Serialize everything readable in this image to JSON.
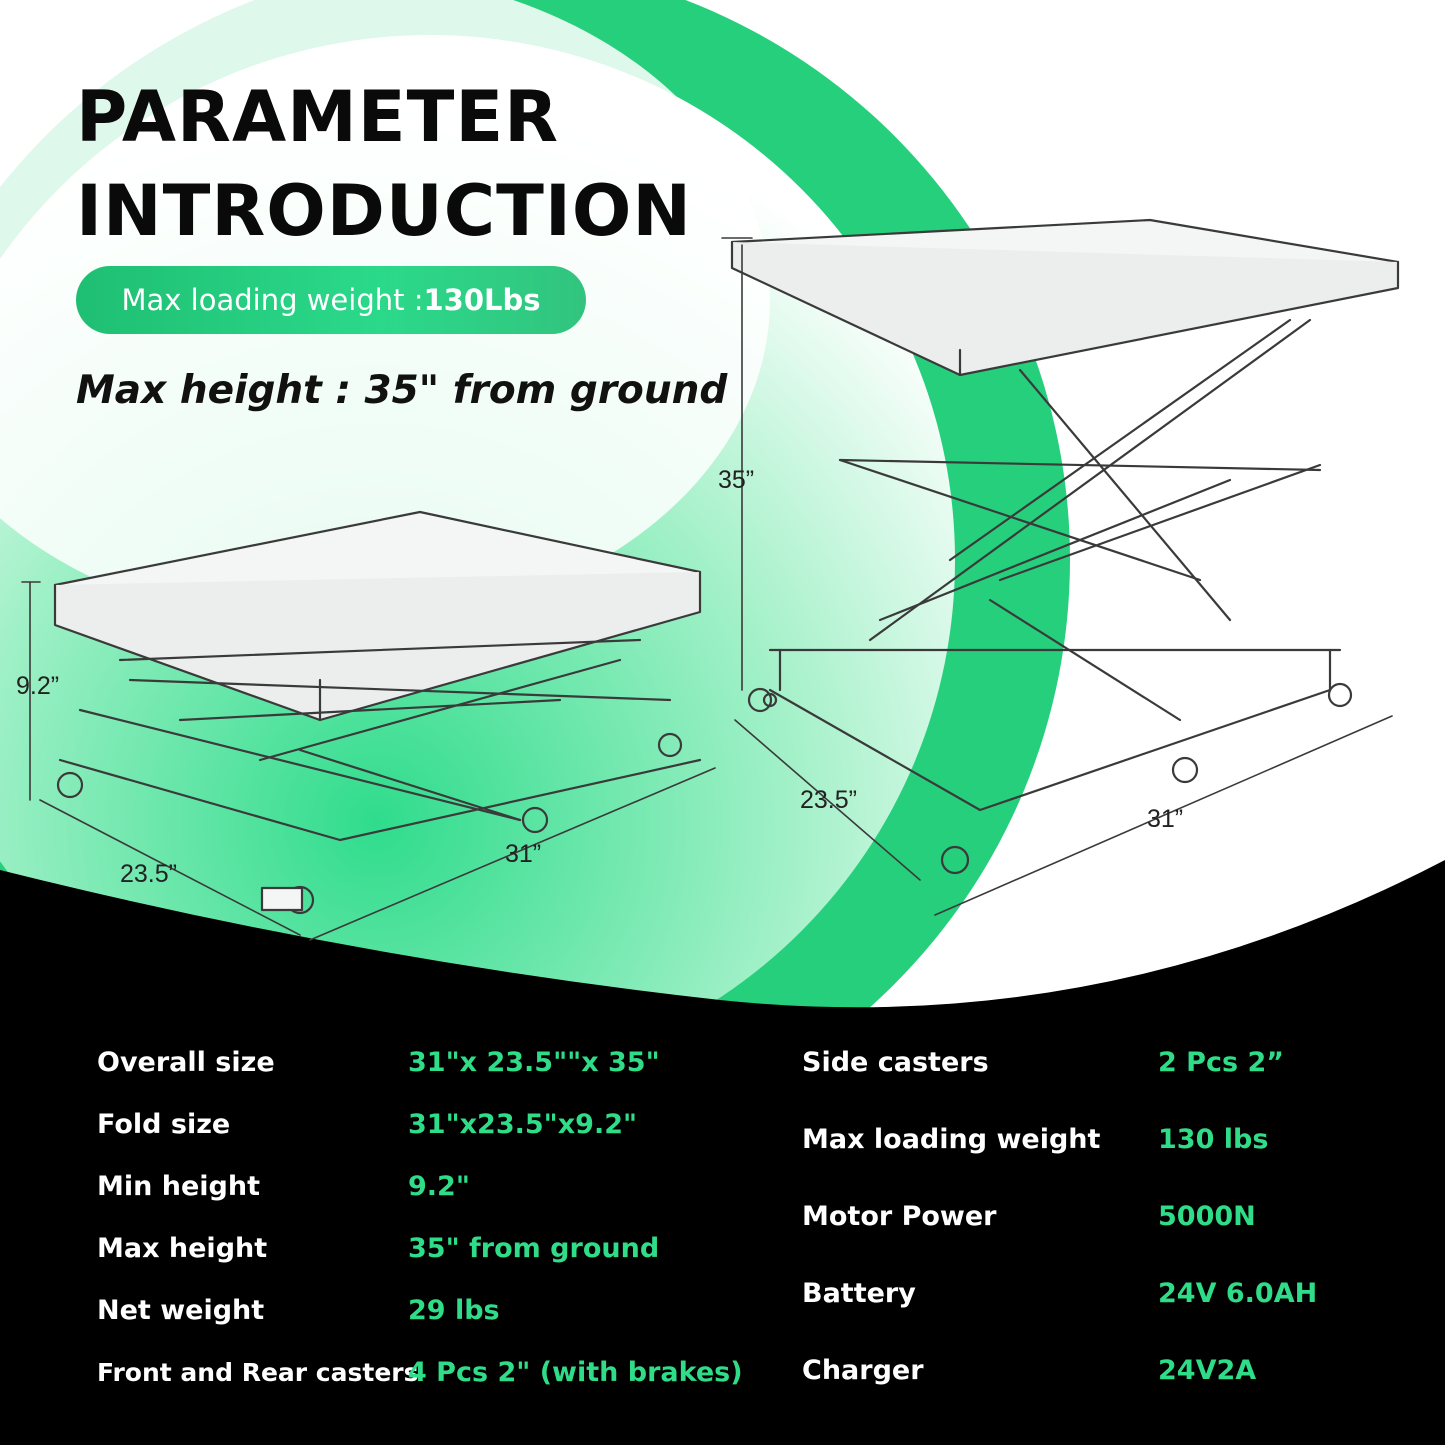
{
  "header": {
    "title_line1": "PARAMETER",
    "title_line2": "INTRODUCTION",
    "pill_label": "Max loading weight : ",
    "pill_value": "130Lbs",
    "max_height_text": "Max height : 35\" from ground"
  },
  "dimensions": {
    "folded": {
      "height": "9.2”",
      "width": "23.5”",
      "length": "31”"
    },
    "raised": {
      "height": "35”",
      "width": "23.5”",
      "length": "31”"
    }
  },
  "colors": {
    "accent_green": "#2bd98a",
    "value_green": "#2fdd88",
    "dark_bg": "#000000"
  },
  "specs_left": [
    {
      "label": "Overall size",
      "value": "31\"x 23.5\"\"x 35\""
    },
    {
      "label": "Fold size",
      "value": "31\"x23.5\"x9.2\""
    },
    {
      "label": "Min height",
      "value": "9.2\""
    },
    {
      "label": "Max height",
      "value": "35\" from ground"
    },
    {
      "label": "Net weight",
      "value": "29 lbs"
    },
    {
      "label": "Front and Rear casters",
      "value": "4 Pcs 2\" (with brakes)"
    }
  ],
  "specs_right": [
    {
      "label": "Side casters",
      "value": "2 Pcs 2”"
    },
    {
      "label": "Max loading weight",
      "value": "130 lbs"
    },
    {
      "label": "Motor Power",
      "value": "5000N"
    },
    {
      "label": "Battery",
      "value": "24V 6.0AH"
    },
    {
      "label": "Charger",
      "value": "24V2A"
    }
  ]
}
